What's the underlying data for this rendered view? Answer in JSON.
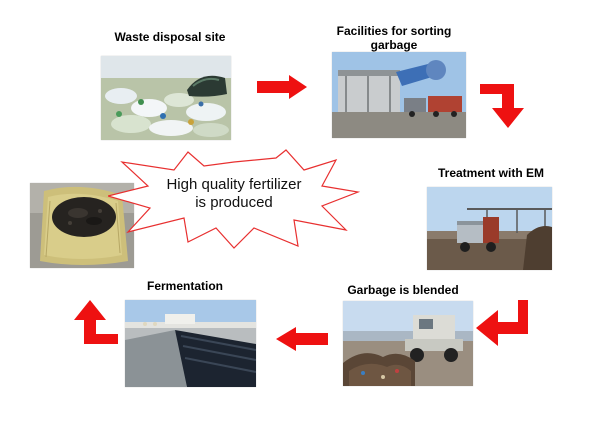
{
  "steps": [
    {
      "id": "waste",
      "label": "Waste disposal site"
    },
    {
      "id": "sorting",
      "label": "Facilities for sorting garbage"
    },
    {
      "id": "treatment",
      "label": "Treatment with EM"
    },
    {
      "id": "blended",
      "label": "Garbage is blended"
    },
    {
      "id": "fermentation",
      "label": "Fermentation"
    }
  ],
  "result": {
    "line1": "High quality fertilizer",
    "line2": "is produced"
  },
  "colors": {
    "arrow": "#ee1111",
    "star_outline": "#e83030",
    "background": "#ffffff"
  }
}
